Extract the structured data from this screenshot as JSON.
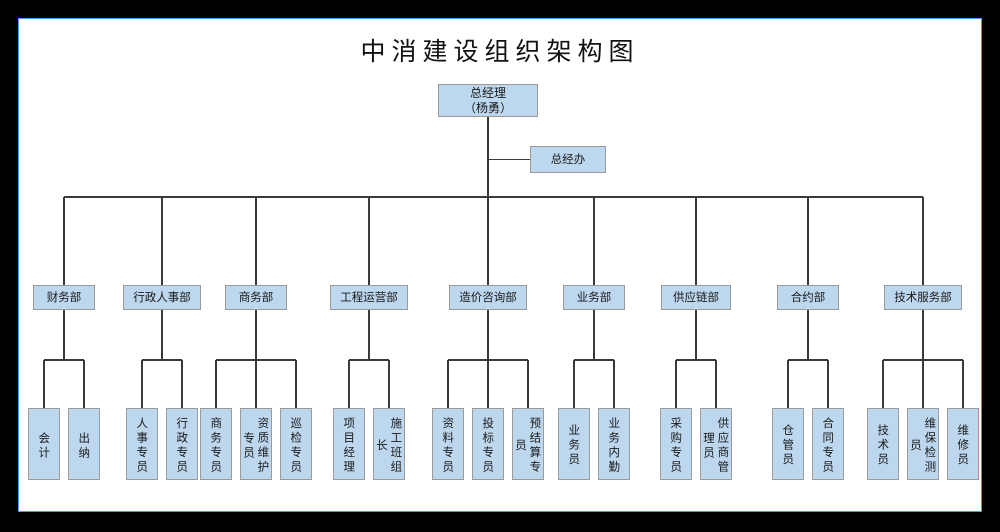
{
  "page": {
    "title": "中消建设组织架构图",
    "frame_color": "#4d96ff",
    "box_fill": "#bdd7ee",
    "box_border": "#9a9a9a",
    "line_color": "#3a3a3a",
    "background": "#000000",
    "canvas": "#ffffff"
  },
  "chart_data": {
    "type": "diagram",
    "diagram_kind": "organization-chart",
    "title": "中消建设组织架构图",
    "root": {
      "label": "总经理\n（杨勇）",
      "line1": "总经理",
      "line2": "（杨勇）"
    },
    "staff": {
      "label": "总经办"
    },
    "departments": [
      {
        "label": "财务部",
        "children": [
          "会计",
          "出纳"
        ]
      },
      {
        "label": "行政人事部",
        "children": [
          "人事专员",
          "行政专员"
        ]
      },
      {
        "label": "商务部",
        "children": [
          "商务专员",
          "资质维护专员",
          "巡检专员"
        ]
      },
      {
        "label": "工程运营部",
        "children": [
          "项目经理",
          "施工班组长"
        ]
      },
      {
        "label": "造价咨询部",
        "children": [
          "资料专员",
          "投标专员",
          "预结算专员"
        ]
      },
      {
        "label": "业务部",
        "children": [
          "业务员",
          "业务内勤"
        ]
      },
      {
        "label": "供应链部",
        "children": [
          "采购专员",
          "供应商管理员"
        ]
      },
      {
        "label": "合约部",
        "children": [
          "仓管员",
          "合同专员"
        ]
      },
      {
        "label": "技术服务部",
        "children": [
          "技术员",
          "维保检测员",
          "维修员"
        ]
      }
    ]
  }
}
